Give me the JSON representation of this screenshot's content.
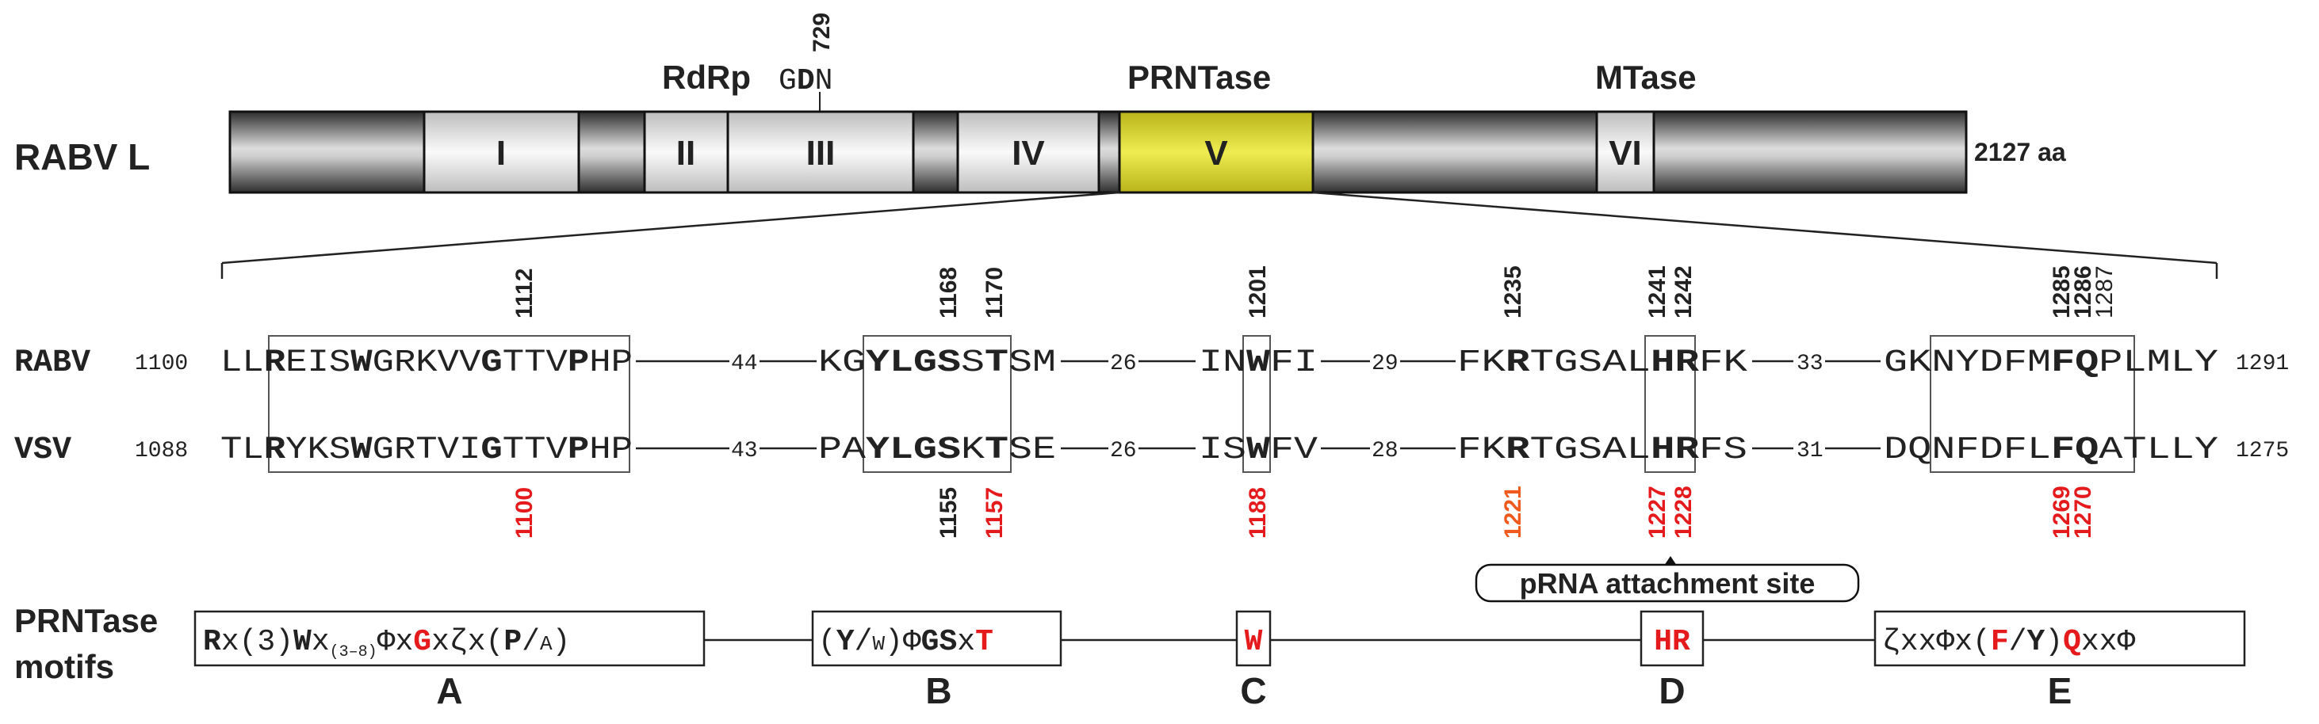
{
  "protein_label": "RABV L",
  "length_label": "2127 aa",
  "domains": {
    "rdrp": "RdRp",
    "prntase": "PRNTase",
    "mtase": "MTase"
  },
  "gdn": {
    "g": "G",
    "d": "D",
    "n": "N",
    "position": "729"
  },
  "regions": [
    "I",
    "II",
    "III",
    "IV",
    "V",
    "VI"
  ],
  "colors": {
    "highlight": "#e41a1c",
    "orange": "#f05a1e",
    "region_v": "#d6d22a",
    "bar_dark": "#4a4a4a",
    "bar_light": "#e6e6e6"
  },
  "rabv": {
    "label": "RABV",
    "start": "1100",
    "end": "1291",
    "gaps": [
      "44",
      "26",
      "29",
      "33"
    ],
    "top_numbers": [
      "1112",
      "1168",
      "1170",
      "1201",
      "1235",
      "1241",
      "1242",
      "1285",
      "1286",
      "1287"
    ],
    "seq": {
      "s1a": "LL",
      "s1b": "R",
      "s1c": "EIS",
      "s1d": "W",
      "s1e": "GRKVV",
      "s1f": "G",
      "s1g": "TTV",
      "s1h": "P",
      "s1i": "HP",
      "s2a": "KG",
      "s2b": "YLGS",
      "s2c": "S",
      "s2d": "T",
      "s2e": "SM",
      "s3a": "IN",
      "s3b": "W",
      "s3c": "FI",
      "s4a": "FK",
      "s4b": "R",
      "s4c": "TGSAL",
      "s4d": "HR",
      "s4e": "FK",
      "s5a": "GKNYDFM",
      "s5b": "FQ",
      "s5c": "PLMLY"
    }
  },
  "vsv": {
    "label": "VSV",
    "start": "1088",
    "end": "1275",
    "gaps": [
      "43",
      "26",
      "28",
      "31"
    ],
    "bottom_numbers": [
      "1100",
      "1155",
      "1157",
      "1188",
      "1221",
      "1227",
      "1228",
      "1269",
      "1270"
    ],
    "seq": {
      "s1a": "TL",
      "s1b": "R",
      "s1c": "YKS",
      "s1d": "W",
      "s1e": "GRTVI",
      "s1f": "G",
      "s1g": "TTV",
      "s1h": "P",
      "s1i": "HP",
      "s2a": "PA",
      "s2b": "YLGS",
      "s2c": "K",
      "s2d": "T",
      "s2e": "SE",
      "s3a": "IS",
      "s3b": "W",
      "s3c": "FV",
      "s4a": "FK",
      "s4b": "R",
      "s4c": "TGSAL",
      "s4d": "HR",
      "s4e": "FS",
      "s5a": "DQNFDFL",
      "s5b": "FQ",
      "s5c": "ATLLY"
    }
  },
  "attachment_label": "pRNA attachment site",
  "motifs": {
    "label_line1": "PRNTase",
    "label_line2": "motifs",
    "a": {
      "letter": "A",
      "p1": "R",
      "p2": "x(3)",
      "p3": "W",
      "p4": "x",
      "sub": "(3–8)",
      "p5": "Φx",
      "p6": "G",
      "p7": "xζx(",
      "p8": "P",
      "p9": "/",
      "p10": "A",
      "p11": ")"
    },
    "b": {
      "letter": "B",
      "p1": "(",
      "p2": "Y",
      "p3": "/",
      "p4": "W",
      "p5": ")Φ",
      "p6": "GS",
      "p7": "x",
      "p8": "T"
    },
    "c": {
      "letter": "C",
      "p1": "W"
    },
    "d": {
      "letter": "D",
      "p1": "HR"
    },
    "e": {
      "letter": "E",
      "p1": "ζxxΦx(",
      "p2": "F",
      "p3": "/",
      "p4": "Y",
      "p5": ")",
      "p6": "Q",
      "p7": "xxΦ"
    }
  }
}
